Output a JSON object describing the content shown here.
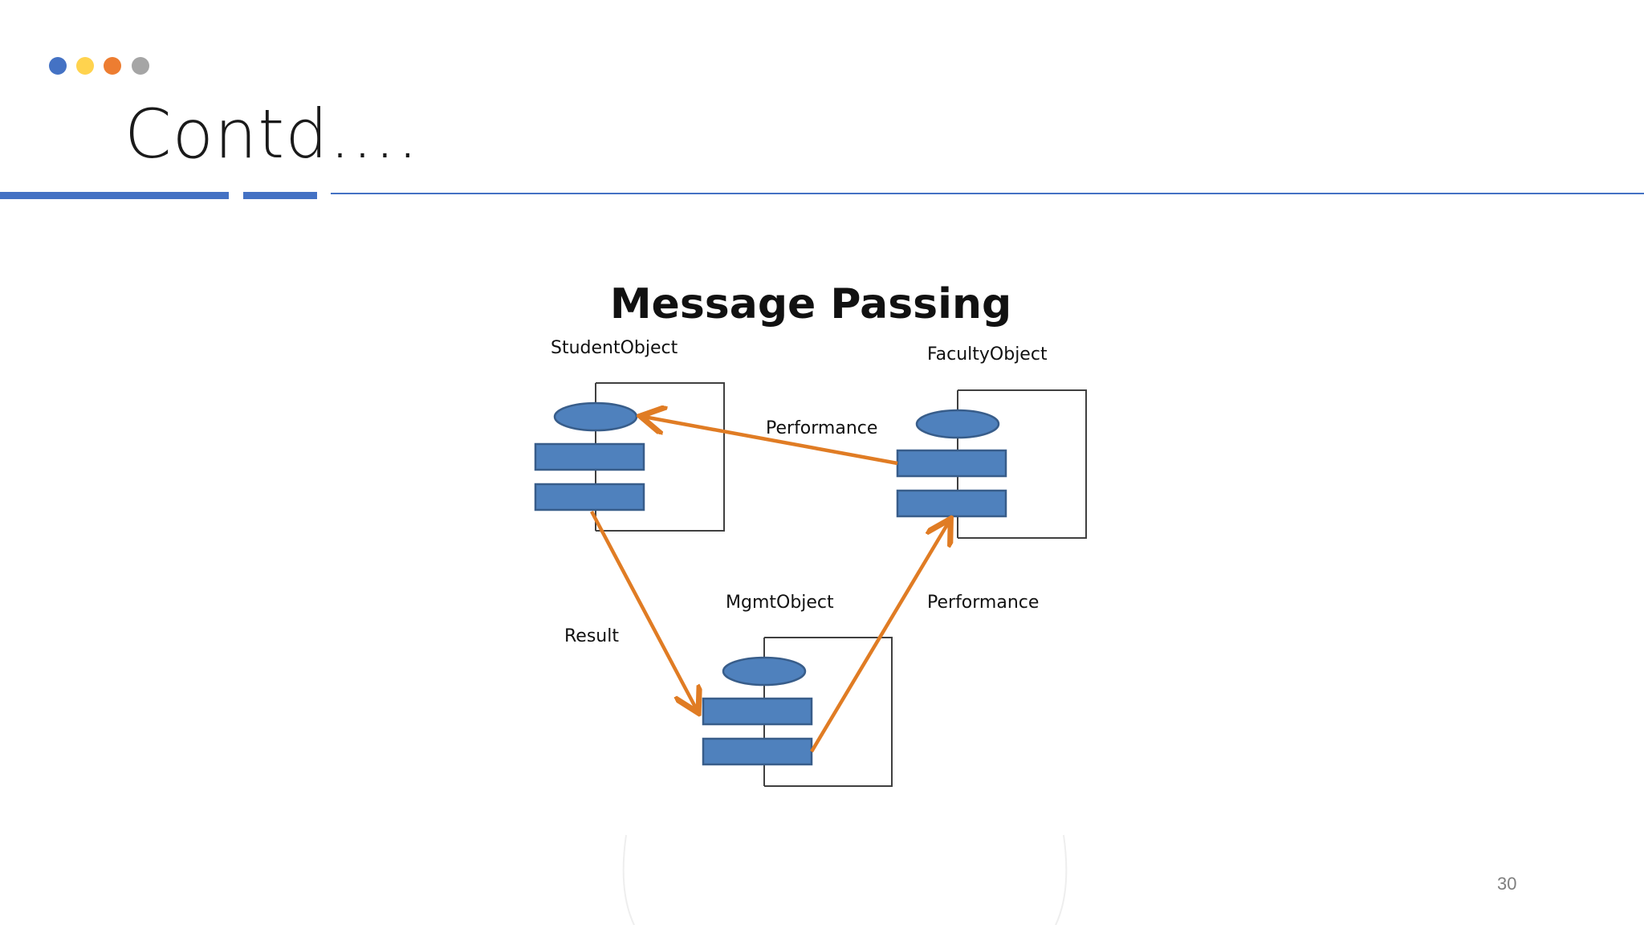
{
  "slide": {
    "title": "Contd….",
    "page_number": "30",
    "dots": [
      "#4472c4",
      "#ffd34e",
      "#ed7d31",
      "#a5a5a5"
    ],
    "rule_color": "#4472c4"
  },
  "diagram": {
    "title": "Message Passing",
    "colors": {
      "object_fill": "#4f81bd",
      "object_stroke": "#385d8a",
      "arrow": "#e07c24",
      "frame": "#404040"
    },
    "objects": {
      "student": {
        "label": "StudentObject"
      },
      "faculty": {
        "label": "FacultyObject"
      },
      "mgmt": {
        "label": "MgmtObject"
      }
    },
    "messages": [
      {
        "label": "Performance",
        "from": "FacultyObject",
        "to": "StudentObject"
      },
      {
        "label": "Result",
        "from": "StudentObject",
        "to": "MgmtObject"
      },
      {
        "label": "Performance",
        "from": "MgmtObject",
        "to": "FacultyObject"
      }
    ]
  }
}
